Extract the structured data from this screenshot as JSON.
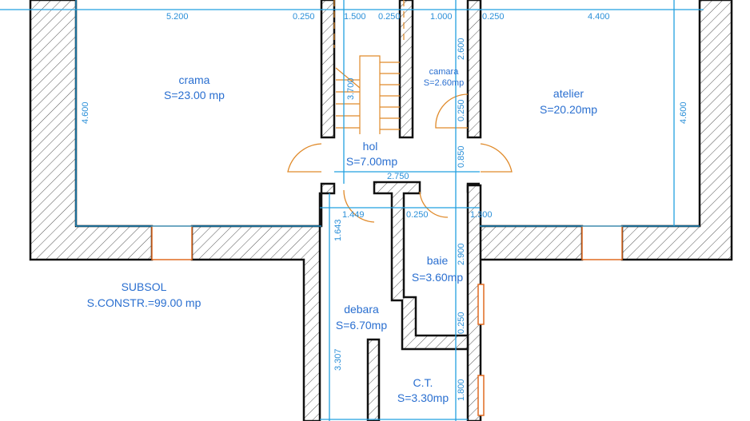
{
  "rooms": {
    "crama": {
      "name": "crama",
      "area": "S=23.00 mp"
    },
    "atelier": {
      "name": "atelier",
      "area": "S=20.20mp"
    },
    "camara": {
      "name": "camara",
      "area": "S=2.60mp"
    },
    "hol": {
      "name": "hol",
      "area": "S=7.00mp"
    },
    "baie": {
      "name": "baie",
      "area": "S=3.60mp"
    },
    "debara": {
      "name": "debara",
      "area": "S=6.70mp"
    },
    "ct": {
      "name": "C.T.",
      "area": "S=3.30mp"
    }
  },
  "summary": {
    "title": "SUBSOL",
    "area": "S.CONSTR.=99.00 mp"
  },
  "dimensions": {
    "top": [
      "5.200",
      "0.250",
      "1.500",
      "0.250",
      "1.000",
      "0.250",
      "4.400"
    ],
    "crama_h": "4.600",
    "atelier_h": "4.600",
    "stair": "3.700",
    "camara_h": "2.600",
    "camara_wall": "0.250",
    "hol_h": "0.850",
    "hol_w": "2.750",
    "mid": [
      "1.449",
      "0.250",
      "1.300"
    ],
    "debara_top": "1.643",
    "baie_h": "2.900",
    "baie_wall": "0.250",
    "debara_h": "3.307",
    "ct_h": "1.800"
  },
  "colors": {
    "dimension": "#22a0e0",
    "text": "#2a6fd0",
    "door": "#e08a2a",
    "wall": "#111111"
  }
}
